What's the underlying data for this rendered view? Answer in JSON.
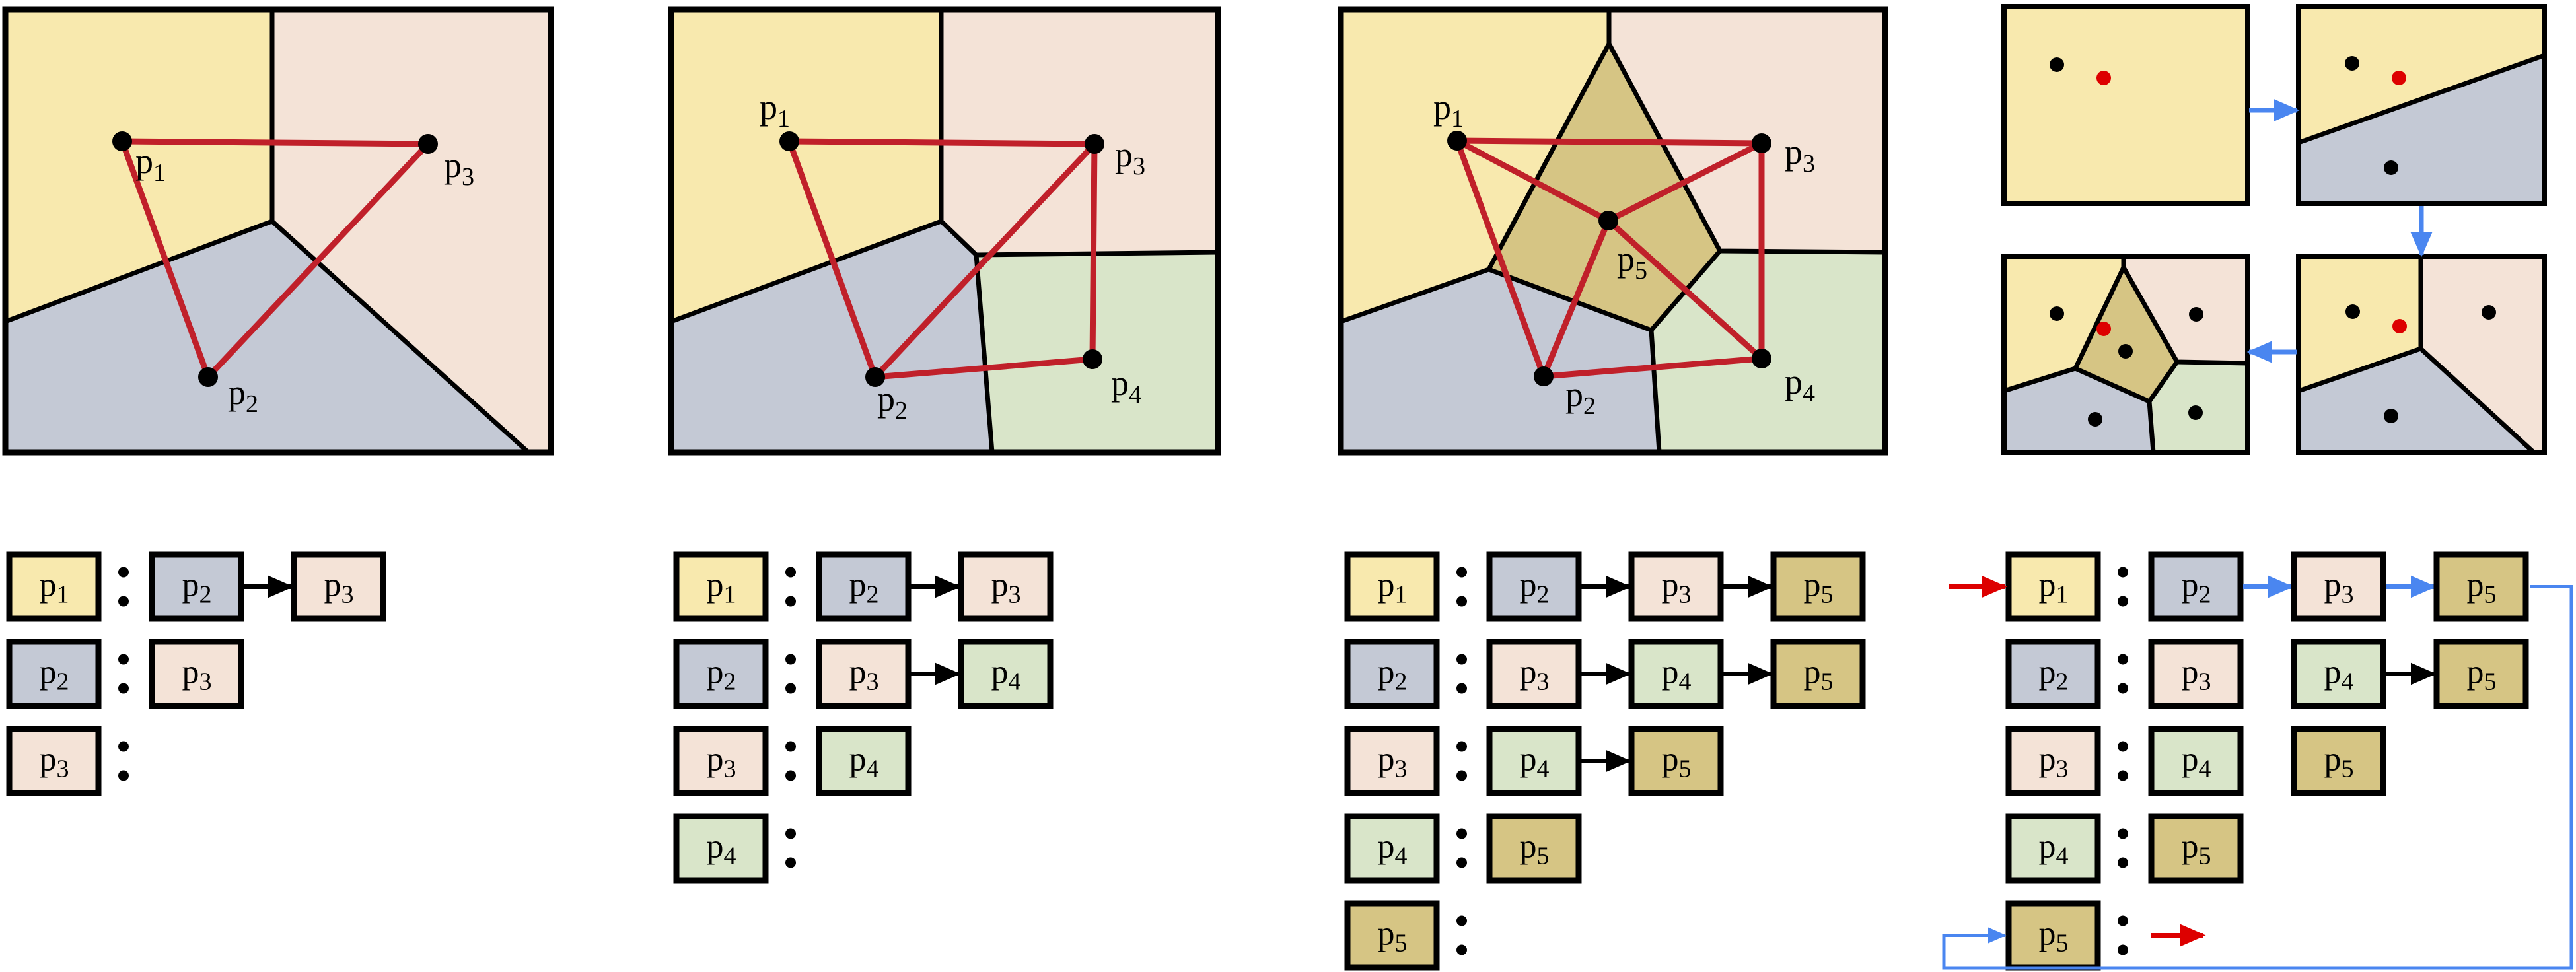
{
  "colors": {
    "p1": "#f8e9ae",
    "p2": "#c4c9d5",
    "p3": "#f4e3d7",
    "p4": "#d9e5c9",
    "p5": "#d6c584",
    "triangulation_edge": "#c0202a",
    "flow_arrow": "#4a86f0",
    "pointer_arrow": "#dd0000",
    "new_point": "#dd0000"
  },
  "panels": [
    {
      "id": "step1",
      "point_labels": [
        "p1",
        "p2",
        "p3"
      ],
      "adjacency": [
        {
          "site": "p1",
          "neighbors": [
            "p2",
            "p3"
          ]
        },
        {
          "site": "p2",
          "neighbors": [
            "p3"
          ]
        },
        {
          "site": "p3",
          "neighbors": []
        }
      ]
    },
    {
      "id": "step2",
      "point_labels": [
        "p1",
        "p2",
        "p3",
        "p4"
      ],
      "adjacency": [
        {
          "site": "p1",
          "neighbors": [
            "p2",
            "p3"
          ]
        },
        {
          "site": "p2",
          "neighbors": [
            "p3",
            "p4"
          ]
        },
        {
          "site": "p3",
          "neighbors": [
            "p4"
          ]
        },
        {
          "site": "p4",
          "neighbors": []
        }
      ]
    },
    {
      "id": "step3",
      "point_labels": [
        "p1",
        "p2",
        "p3",
        "p4",
        "p5"
      ],
      "adjacency": [
        {
          "site": "p1",
          "neighbors": [
            "p2",
            "p3",
            "p5"
          ]
        },
        {
          "site": "p2",
          "neighbors": [
            "p3",
            "p4",
            "p5"
          ]
        },
        {
          "site": "p3",
          "neighbors": [
            "p4",
            "p5"
          ]
        },
        {
          "site": "p4",
          "neighbors": [
            "p5"
          ]
        },
        {
          "site": "p5",
          "neighbors": []
        }
      ]
    },
    {
      "id": "step4",
      "adjacency": [
        {
          "site": "p1",
          "neighbors": [
            "p2",
            "p3",
            "p5"
          ],
          "linked": [
            true,
            true
          ],
          "link_style": "blue",
          "pointer_in": true
        },
        {
          "site": "p2",
          "neighbors": [
            "p3",
            "p4",
            "p5"
          ],
          "linked": [
            false,
            true
          ]
        },
        {
          "site": "p3",
          "neighbors": [
            "p4",
            "p5"
          ],
          "linked": [
            false
          ]
        },
        {
          "site": "p4",
          "neighbors": [
            "p5"
          ]
        },
        {
          "site": "p5",
          "neighbors": [],
          "pointer_out": true,
          "loop_from": "p1-row-end"
        }
      ]
    }
  ]
}
